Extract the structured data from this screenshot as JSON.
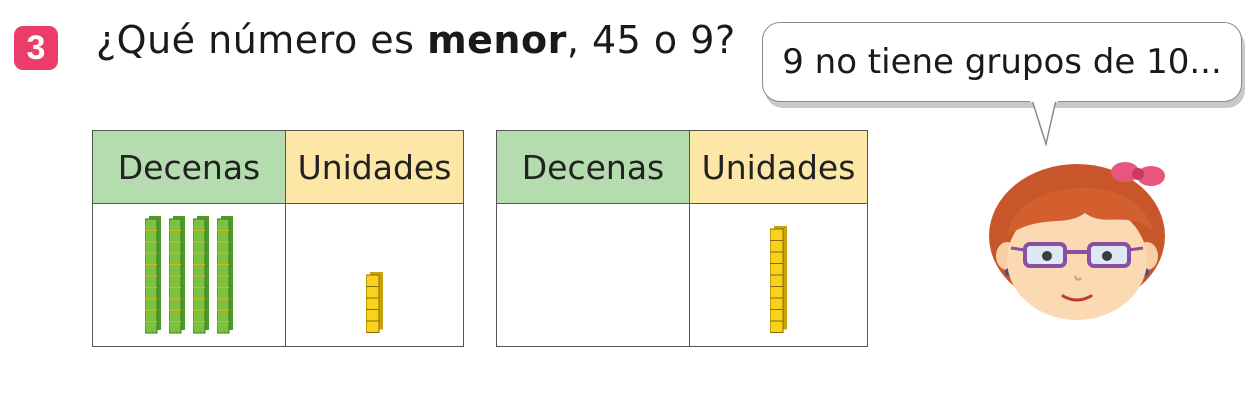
{
  "exercise": {
    "number": "3",
    "question_prefix": "¿Qué número es ",
    "question_bold": "menor",
    "question_suffix": ", 45 o 9?"
  },
  "speech_bubble": {
    "text": "9 no tiene grupos de 10..."
  },
  "tables": [
    {
      "headers": {
        "tens": "Decenas",
        "ones": "Unidades"
      },
      "tens_rods": 4,
      "ones_cubes": 5
    },
    {
      "headers": {
        "tens": "Decenas",
        "ones": "Unidades"
      },
      "tens_rods": 0,
      "ones_cubes": 9
    }
  ],
  "colors": {
    "badge": "#ea3d6a",
    "tens_header": "#b5dcae",
    "ones_header": "#fce7a6",
    "rod_green": "#7cc242",
    "cube_yellow": "#f8d21c"
  }
}
